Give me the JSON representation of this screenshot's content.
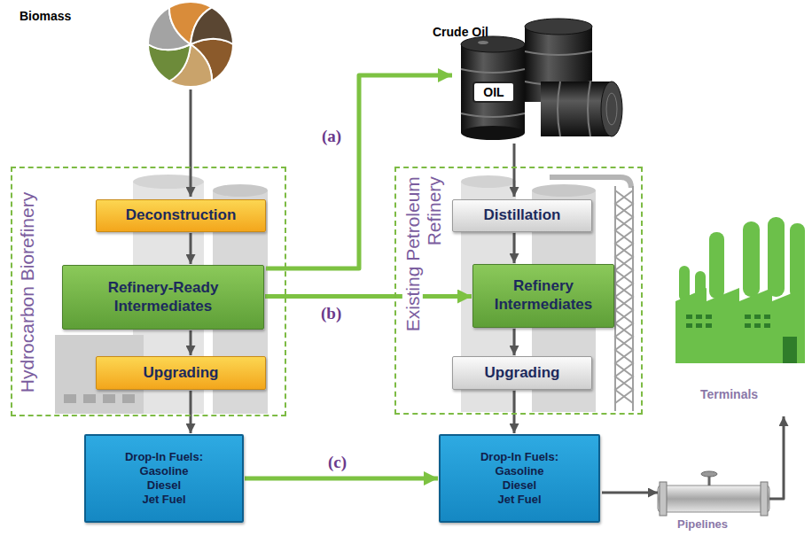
{
  "diagram": {
    "nodes": [
      {
        "text": [
          "Hydrocarbon Biorefinery"
        ]
      },
      {
        "text": [
          "Deconstruction"
        ],
        "in": 0
      },
      {
        "text": [
          "Refinery-Ready Intermediates"
        ],
        "in": 0
      },
      {
        "text": [
          "Upgrading"
        ],
        "in": 0
      },
      {
        "text": [
          "Existing Petroleum Refinery"
        ]
      },
      {
        "text": [
          "Distillation"
        ],
        "in": 4
      },
      {
        "text": [
          "Refinery Intermediates"
        ],
        "in": 4
      },
      {
        "text": [
          "Upgrading"
        ],
        "in": 4
      },
      {
        "text": [
          "Drop-In Fuels:",
          "Gasoline",
          "Diesel",
          "Jet Fuel"
        ]
      },
      {
        "text": [
          "Drop-In Fuels:",
          "Gasoline",
          "Diesel",
          "Jet Fuel"
        ]
      }
    ],
    "edges": [
      {
        "from": 1,
        "to": 2,
        "arrow": "to"
      },
      {
        "from": 2,
        "to": 3,
        "arrow": "to"
      },
      {
        "from": 3,
        "to": 8,
        "arrow": "to"
      },
      {
        "from": 2,
        "to": 6,
        "label": "(b)",
        "arrow": "to"
      },
      {
        "from": 5,
        "to": 6,
        "arrow": "to"
      },
      {
        "from": 6,
        "to": 7,
        "arrow": "to"
      },
      {
        "from": 7,
        "to": 9,
        "arrow": "to"
      },
      {
        "from": 8,
        "to": 9,
        "label": "(c)",
        "arrow": "to"
      }
    ],
    "labels": [
      "Biomass",
      "Crude Oil",
      "OIL",
      "(a)",
      "Terminals",
      "Pipelines"
    ]
  }
}
